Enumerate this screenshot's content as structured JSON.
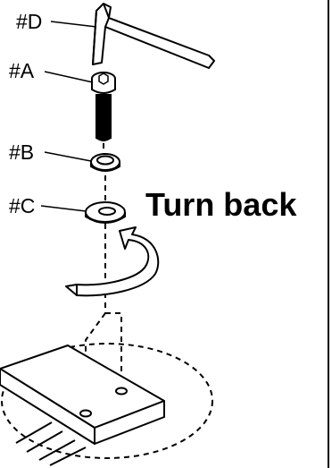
{
  "labels": {
    "part_d": "#D",
    "part_a": "#A",
    "part_b": "#B",
    "part_c": "#C",
    "instruction": "Turn back"
  },
  "parts": [
    {
      "id": "#D",
      "name": "hex-key"
    },
    {
      "id": "#A",
      "name": "socket-head-bolt"
    },
    {
      "id": "#B",
      "name": "spring-washer"
    },
    {
      "id": "#C",
      "name": "flat-washer"
    }
  ],
  "colors": {
    "line": "#000000",
    "background": "#ffffff",
    "fill_light": "#ffffff",
    "fill_dark": "#000000"
  }
}
